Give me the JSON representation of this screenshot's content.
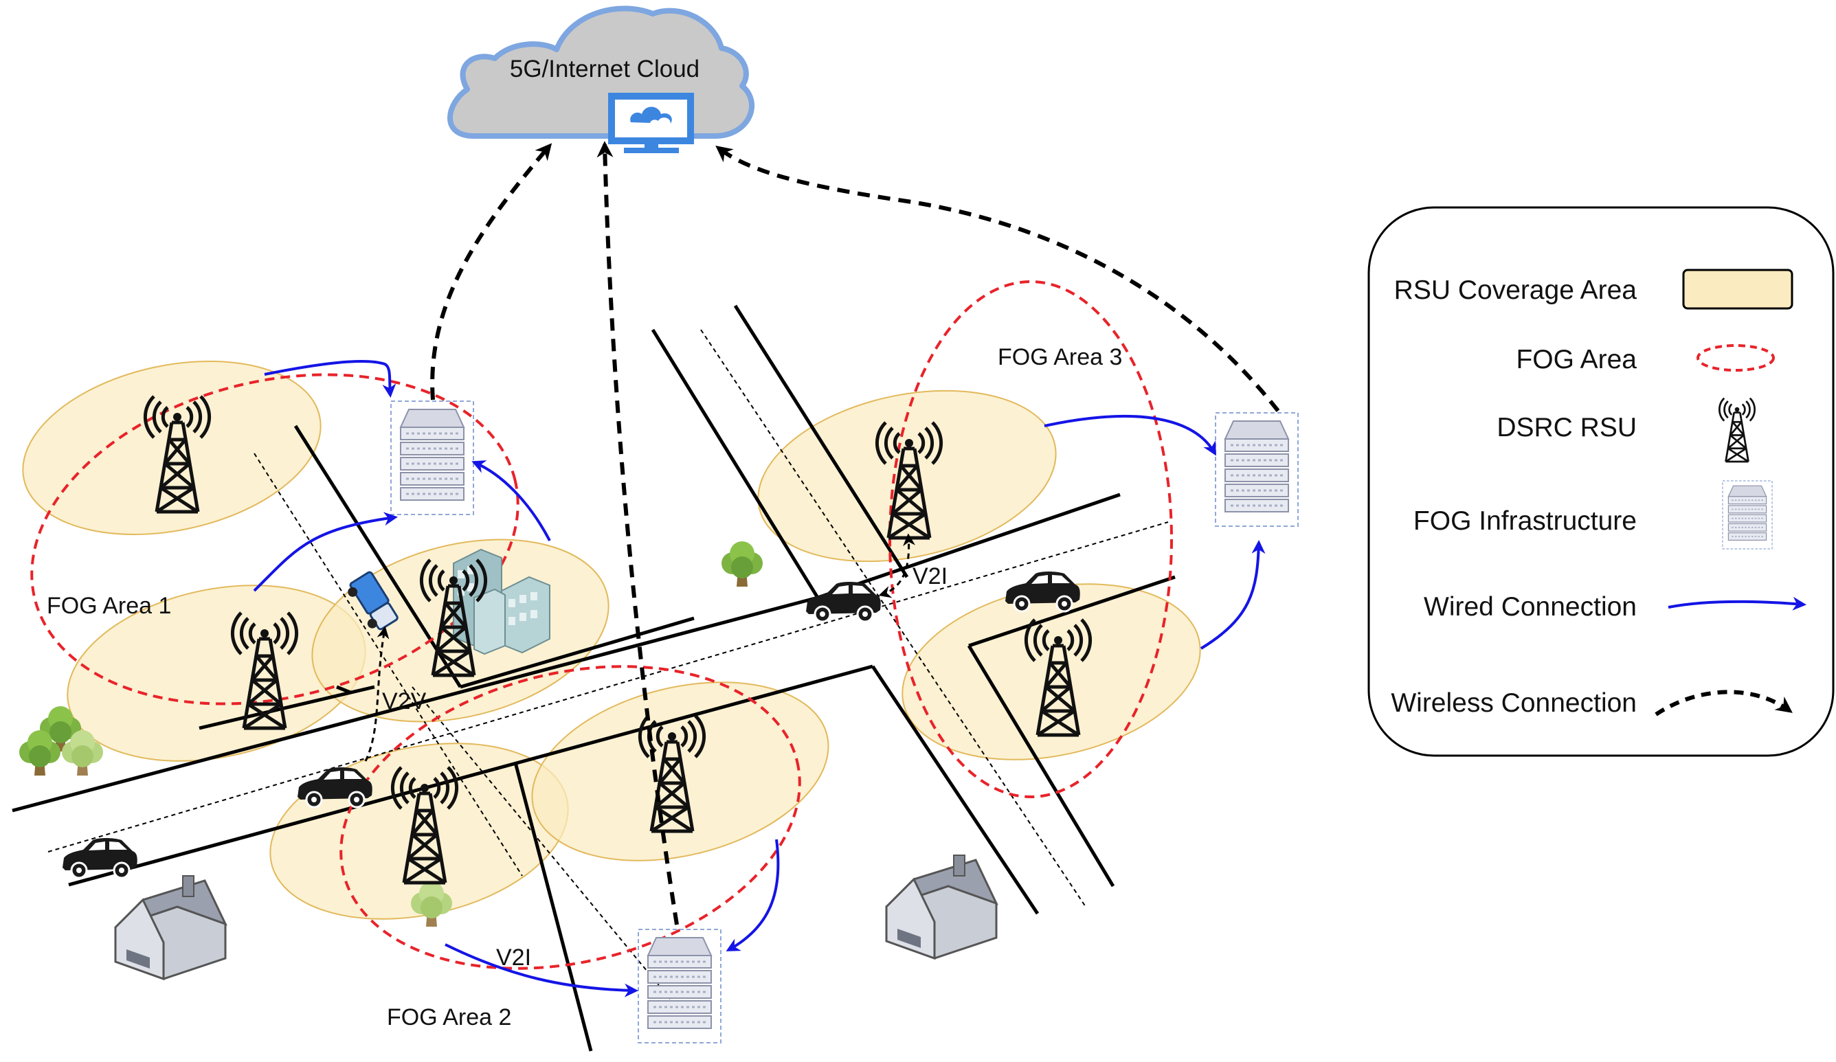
{
  "cloud": {
    "label": "5G/Internet Cloud",
    "icon": "cloud-monitor-icon"
  },
  "fog_areas": [
    {
      "id": "fog1",
      "label": "FOG Area 1"
    },
    {
      "id": "fog2",
      "label": "FOG Area 2"
    },
    {
      "id": "fog3",
      "label": "FOG Area 3"
    }
  ],
  "link_labels": {
    "v2v": "V2V",
    "v2i_top": "V2I",
    "v2i_bottom": "V2I"
  },
  "legend": {
    "items": [
      {
        "label": "RSU Coverage Area",
        "symbol": "coverage-swatch-icon"
      },
      {
        "label": "FOG Area",
        "symbol": "fog-area-ellipse-icon"
      },
      {
        "label": "DSRC RSU",
        "symbol": "rsu-tower-icon"
      },
      {
        "label": "FOG Infrastructure",
        "symbol": "server-rack-icon"
      },
      {
        "label": "Wired Connection",
        "symbol": "blue-arrow-icon"
      },
      {
        "label": "Wireless Connection",
        "symbol": "dashed-arrow-icon"
      }
    ]
  },
  "colors": {
    "coverage_fill": "#FBEBC0",
    "coverage_stroke": "#E2B95C",
    "fog_area": "#E8232A",
    "wired": "#1414E6",
    "wireless": "#000000",
    "cloud_fill": "#C9C9C9",
    "cloud_stroke": "#7EA6E0",
    "monitor": "#3D86E0",
    "road": "#000000"
  }
}
